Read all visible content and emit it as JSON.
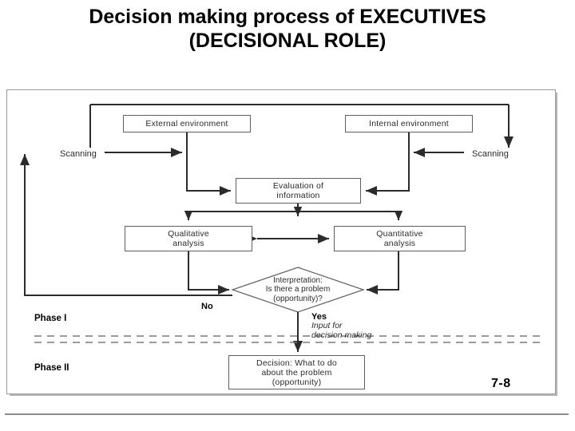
{
  "title": {
    "line1": "Decision making process of EXECUTIVES",
    "line2": "(DECISIONAL ROLE)"
  },
  "diagram": {
    "nodes": {
      "external_environment": "External environment",
      "internal_environment": "Internal environment",
      "evaluation_line1": "Evaluation of",
      "evaluation_line2": "information",
      "qualitative_line1": "Qualitative",
      "qualitative_line2": "analysis",
      "quantitative_line1": "Quantitative",
      "quantitative_line2": "analysis",
      "interpretation_line1": "Interpretation:",
      "interpretation_line2": "Is there a problem",
      "interpretation_line3": "(opportunity)?",
      "decision_line1": "Decision: What to do",
      "decision_line2": "about the problem",
      "decision_line3": "(opportunity)"
    },
    "labels": {
      "scanning_left": "Scanning",
      "scanning_right": "Scanning",
      "branch_no": "No",
      "branch_yes": "Yes",
      "input_line1": "Input for",
      "input_line2": "decision making",
      "phase_one": "Phase I",
      "phase_two": "Phase II"
    },
    "colors": {
      "line": "#2b2b2b",
      "box_border": "#5f5f5f",
      "frame_border": "#9a9a9a",
      "divider": "#7a7a7a",
      "text": "#2b2b2b"
    }
  },
  "footer": {
    "page_number": "7-8"
  }
}
